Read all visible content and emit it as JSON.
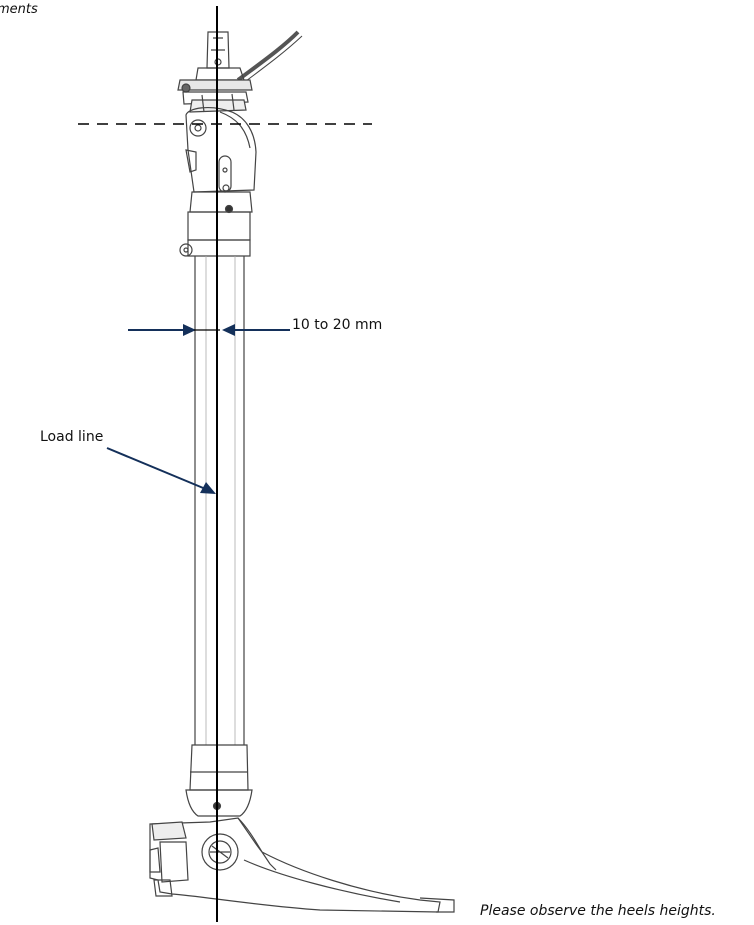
{
  "caption_top": "ments",
  "measurement_label": "10 to 20 mm",
  "load_line_label": "Load line",
  "caption_bottom": "Please observe the heels heights.",
  "colors": {
    "arrow": "#14305a",
    "line": "#000000",
    "drawing": "#444444"
  },
  "icons": {
    "prosthesis": "prosthetic-leg-drawing-icon"
  }
}
